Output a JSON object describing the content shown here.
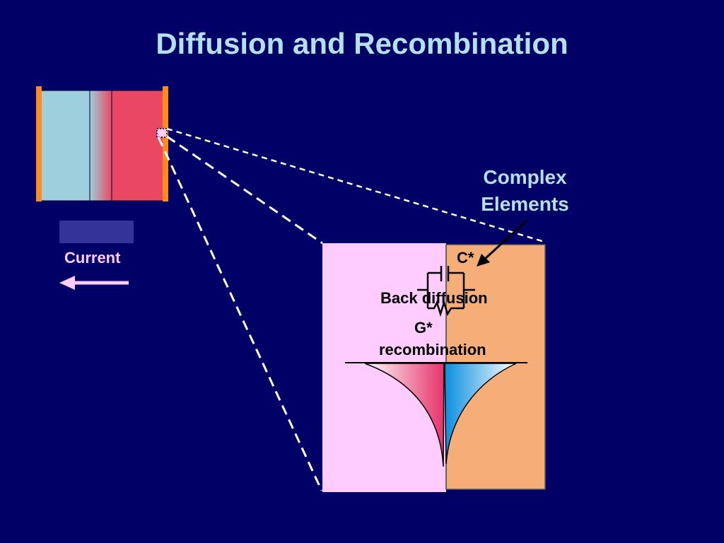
{
  "title": "Diffusion and Recombination",
  "labels": {
    "current": "Current",
    "complex_elements_line1": "Complex",
    "complex_elements_line2": "Elements",
    "capacitor": "C*",
    "back_diffusion": "Back diffusion",
    "conductance": "G*",
    "recombination": "recombination"
  },
  "colors": {
    "background": "#000066",
    "title": "#b3e0ea",
    "n_region": "#9ecfdc",
    "p_region": "#ea4862",
    "contact": "#ff8c1a",
    "current_bar": "#333399",
    "current_arrow": "#ffccff",
    "zoom_left": "#ffccff",
    "zoom_right": "#f5ae78",
    "pink_profile": "#e8336b",
    "blue_profile": "#0a8fe0"
  }
}
